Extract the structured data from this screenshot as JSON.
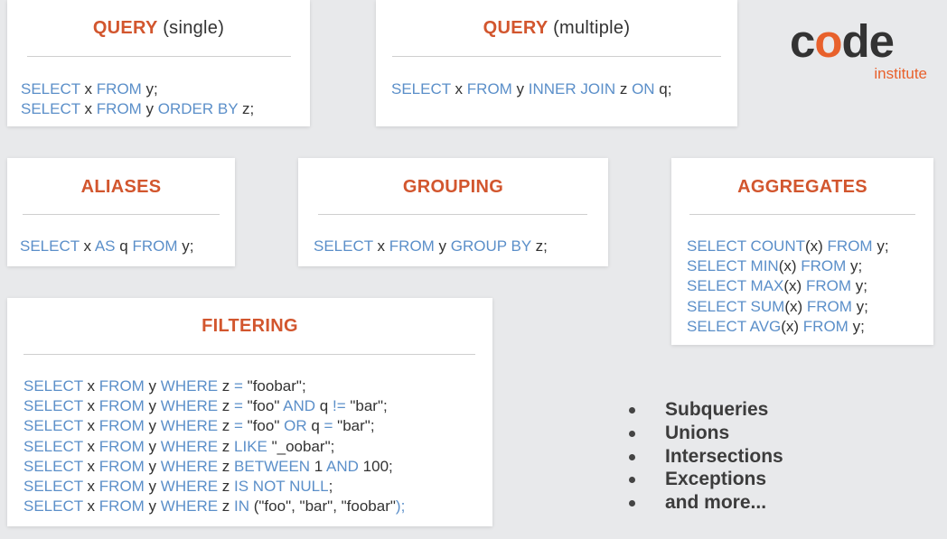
{
  "logo": {
    "word_start": "c",
    "word_o": "o",
    "word_end": "de",
    "sub": "institute"
  },
  "colors": {
    "title": "#d2562e",
    "keyword": "#5b8fc9",
    "text": "#333333",
    "logo_orange": "#e8612c"
  },
  "cards": {
    "query_single": {
      "title": "QUERY",
      "subtitle": "(single)",
      "lines": [
        [
          {
            "t": "SELECT",
            "k": 1
          },
          {
            "t": " x ",
            "k": 0
          },
          {
            "t": "FROM",
            "k": 1
          },
          {
            "t": " y;",
            "k": 0
          }
        ],
        [
          {
            "t": "SELECT",
            "k": 1
          },
          {
            "t": " x ",
            "k": 0
          },
          {
            "t": "FROM",
            "k": 1
          },
          {
            "t": " y ",
            "k": 0
          },
          {
            "t": "ORDER BY",
            "k": 1
          },
          {
            "t": " z;",
            "k": 0
          }
        ]
      ]
    },
    "query_multiple": {
      "title": "QUERY",
      "subtitle": "(multiple)",
      "lines": [
        [
          {
            "t": "SELECT",
            "k": 1
          },
          {
            "t": " x ",
            "k": 0
          },
          {
            "t": "FROM",
            "k": 1
          },
          {
            "t": " y ",
            "k": 0
          },
          {
            "t": "INNER JOIN",
            "k": 1
          },
          {
            "t": " z ",
            "k": 0
          },
          {
            "t": "ON",
            "k": 1
          },
          {
            "t": " q;",
            "k": 0
          }
        ]
      ]
    },
    "aliases": {
      "title": "ALIASES",
      "lines": [
        [
          {
            "t": "SELECT",
            "k": 1
          },
          {
            "t": " x ",
            "k": 0
          },
          {
            "t": "AS",
            "k": 1
          },
          {
            "t": " q ",
            "k": 0
          },
          {
            "t": "FROM",
            "k": 1
          },
          {
            "t": " y;",
            "k": 0
          }
        ]
      ]
    },
    "grouping": {
      "title": "GROUPING",
      "lines": [
        [
          {
            "t": "SELECT",
            "k": 1
          },
          {
            "t": " x ",
            "k": 0
          },
          {
            "t": "FROM",
            "k": 1
          },
          {
            "t": " y ",
            "k": 0
          },
          {
            "t": "GROUP BY",
            "k": 1
          },
          {
            "t": " z;",
            "k": 0
          }
        ]
      ]
    },
    "aggregates": {
      "title": "AGGREGATES",
      "lines": [
        [
          {
            "t": "SELECT COUNT",
            "k": 1
          },
          {
            "t": "(x) ",
            "k": 0
          },
          {
            "t": "FROM",
            "k": 1
          },
          {
            "t": " y;",
            "k": 0
          }
        ],
        [
          {
            "t": "SELECT MIN",
            "k": 1
          },
          {
            "t": "(x) ",
            "k": 0
          },
          {
            "t": "FROM",
            "k": 1
          },
          {
            "t": " y;",
            "k": 0
          }
        ],
        [
          {
            "t": "SELECT MAX",
            "k": 1
          },
          {
            "t": "(x) ",
            "k": 0
          },
          {
            "t": "FROM",
            "k": 1
          },
          {
            "t": " y;",
            "k": 0
          }
        ],
        [
          {
            "t": "SELECT SUM",
            "k": 1
          },
          {
            "t": "(x) ",
            "k": 0
          },
          {
            "t": "FROM",
            "k": 1
          },
          {
            "t": " y;",
            "k": 0
          }
        ],
        [
          {
            "t": "SELECT AVG",
            "k": 1
          },
          {
            "t": "(x) ",
            "k": 0
          },
          {
            "t": "FROM",
            "k": 1
          },
          {
            "t": " y;",
            "k": 0
          }
        ]
      ]
    },
    "filtering": {
      "title": "FILTERING",
      "lines": [
        [
          {
            "t": "SELECT",
            "k": 1
          },
          {
            "t": " x ",
            "k": 0
          },
          {
            "t": "FROM",
            "k": 1
          },
          {
            "t": " y ",
            "k": 0
          },
          {
            "t": "WHERE",
            "k": 1
          },
          {
            "t": " z ",
            "k": 0
          },
          {
            "t": "=",
            "k": 1
          },
          {
            "t": " \"foobar\";",
            "k": 0
          }
        ],
        [
          {
            "t": "SELECT",
            "k": 1
          },
          {
            "t": " x ",
            "k": 0
          },
          {
            "t": "FROM",
            "k": 1
          },
          {
            "t": " y ",
            "k": 0
          },
          {
            "t": "WHERE",
            "k": 1
          },
          {
            "t": " z ",
            "k": 0
          },
          {
            "t": "=",
            "k": 1
          },
          {
            "t": " \"foo\" ",
            "k": 0
          },
          {
            "t": "AND",
            "k": 1
          },
          {
            "t": " q ",
            "k": 0
          },
          {
            "t": "!=",
            "k": 1
          },
          {
            "t": " \"bar\";",
            "k": 0
          }
        ],
        [
          {
            "t": "SELECT",
            "k": 1
          },
          {
            "t": " x ",
            "k": 0
          },
          {
            "t": "FROM",
            "k": 1
          },
          {
            "t": " y ",
            "k": 0
          },
          {
            "t": "WHERE",
            "k": 1
          },
          {
            "t": " z ",
            "k": 0
          },
          {
            "t": "=",
            "k": 1
          },
          {
            "t": " \"foo\" ",
            "k": 0
          },
          {
            "t": "OR",
            "k": 1
          },
          {
            "t": " q ",
            "k": 0
          },
          {
            "t": "=",
            "k": 1
          },
          {
            "t": " \"bar\";",
            "k": 0
          }
        ],
        [
          {
            "t": "SELECT",
            "k": 1
          },
          {
            "t": " x ",
            "k": 0
          },
          {
            "t": "FROM",
            "k": 1
          },
          {
            "t": " y ",
            "k": 0
          },
          {
            "t": "WHERE",
            "k": 1
          },
          {
            "t": " z ",
            "k": 0
          },
          {
            "t": "LIKE",
            "k": 1
          },
          {
            "t": " \"_oobar\";",
            "k": 0
          }
        ],
        [
          {
            "t": "SELECT",
            "k": 1
          },
          {
            "t": " x ",
            "k": 0
          },
          {
            "t": "FROM",
            "k": 1
          },
          {
            "t": " y ",
            "k": 0
          },
          {
            "t": "WHERE",
            "k": 1
          },
          {
            "t": " z ",
            "k": 0
          },
          {
            "t": "BETWEEN",
            "k": 1
          },
          {
            "t": " 1 ",
            "k": 0
          },
          {
            "t": "AND",
            "k": 1
          },
          {
            "t": " 100;",
            "k": 0
          }
        ],
        [
          {
            "t": "SELECT",
            "k": 1
          },
          {
            "t": " x ",
            "k": 0
          },
          {
            "t": "FROM",
            "k": 1
          },
          {
            "t": " y ",
            "k": 0
          },
          {
            "t": "WHERE",
            "k": 1
          },
          {
            "t": " z ",
            "k": 0
          },
          {
            "t": "IS NOT NULL",
            "k": 1
          },
          {
            "t": ";",
            "k": 0
          }
        ],
        [
          {
            "t": "SELECT",
            "k": 1
          },
          {
            "t": " x ",
            "k": 0
          },
          {
            "t": "FROM",
            "k": 1
          },
          {
            "t": " y ",
            "k": 0
          },
          {
            "t": "WHERE",
            "k": 1
          },
          {
            "t": " z ",
            "k": 0
          },
          {
            "t": "IN",
            "k": 1
          },
          {
            "t": " (\"foo\", \"bar\", \"foobar\"",
            "k": 0
          },
          {
            "t": ");",
            "k": 1
          }
        ]
      ]
    }
  },
  "bullets": [
    "Subqueries",
    "Unions",
    "Intersections",
    "Exceptions",
    "and more..."
  ]
}
